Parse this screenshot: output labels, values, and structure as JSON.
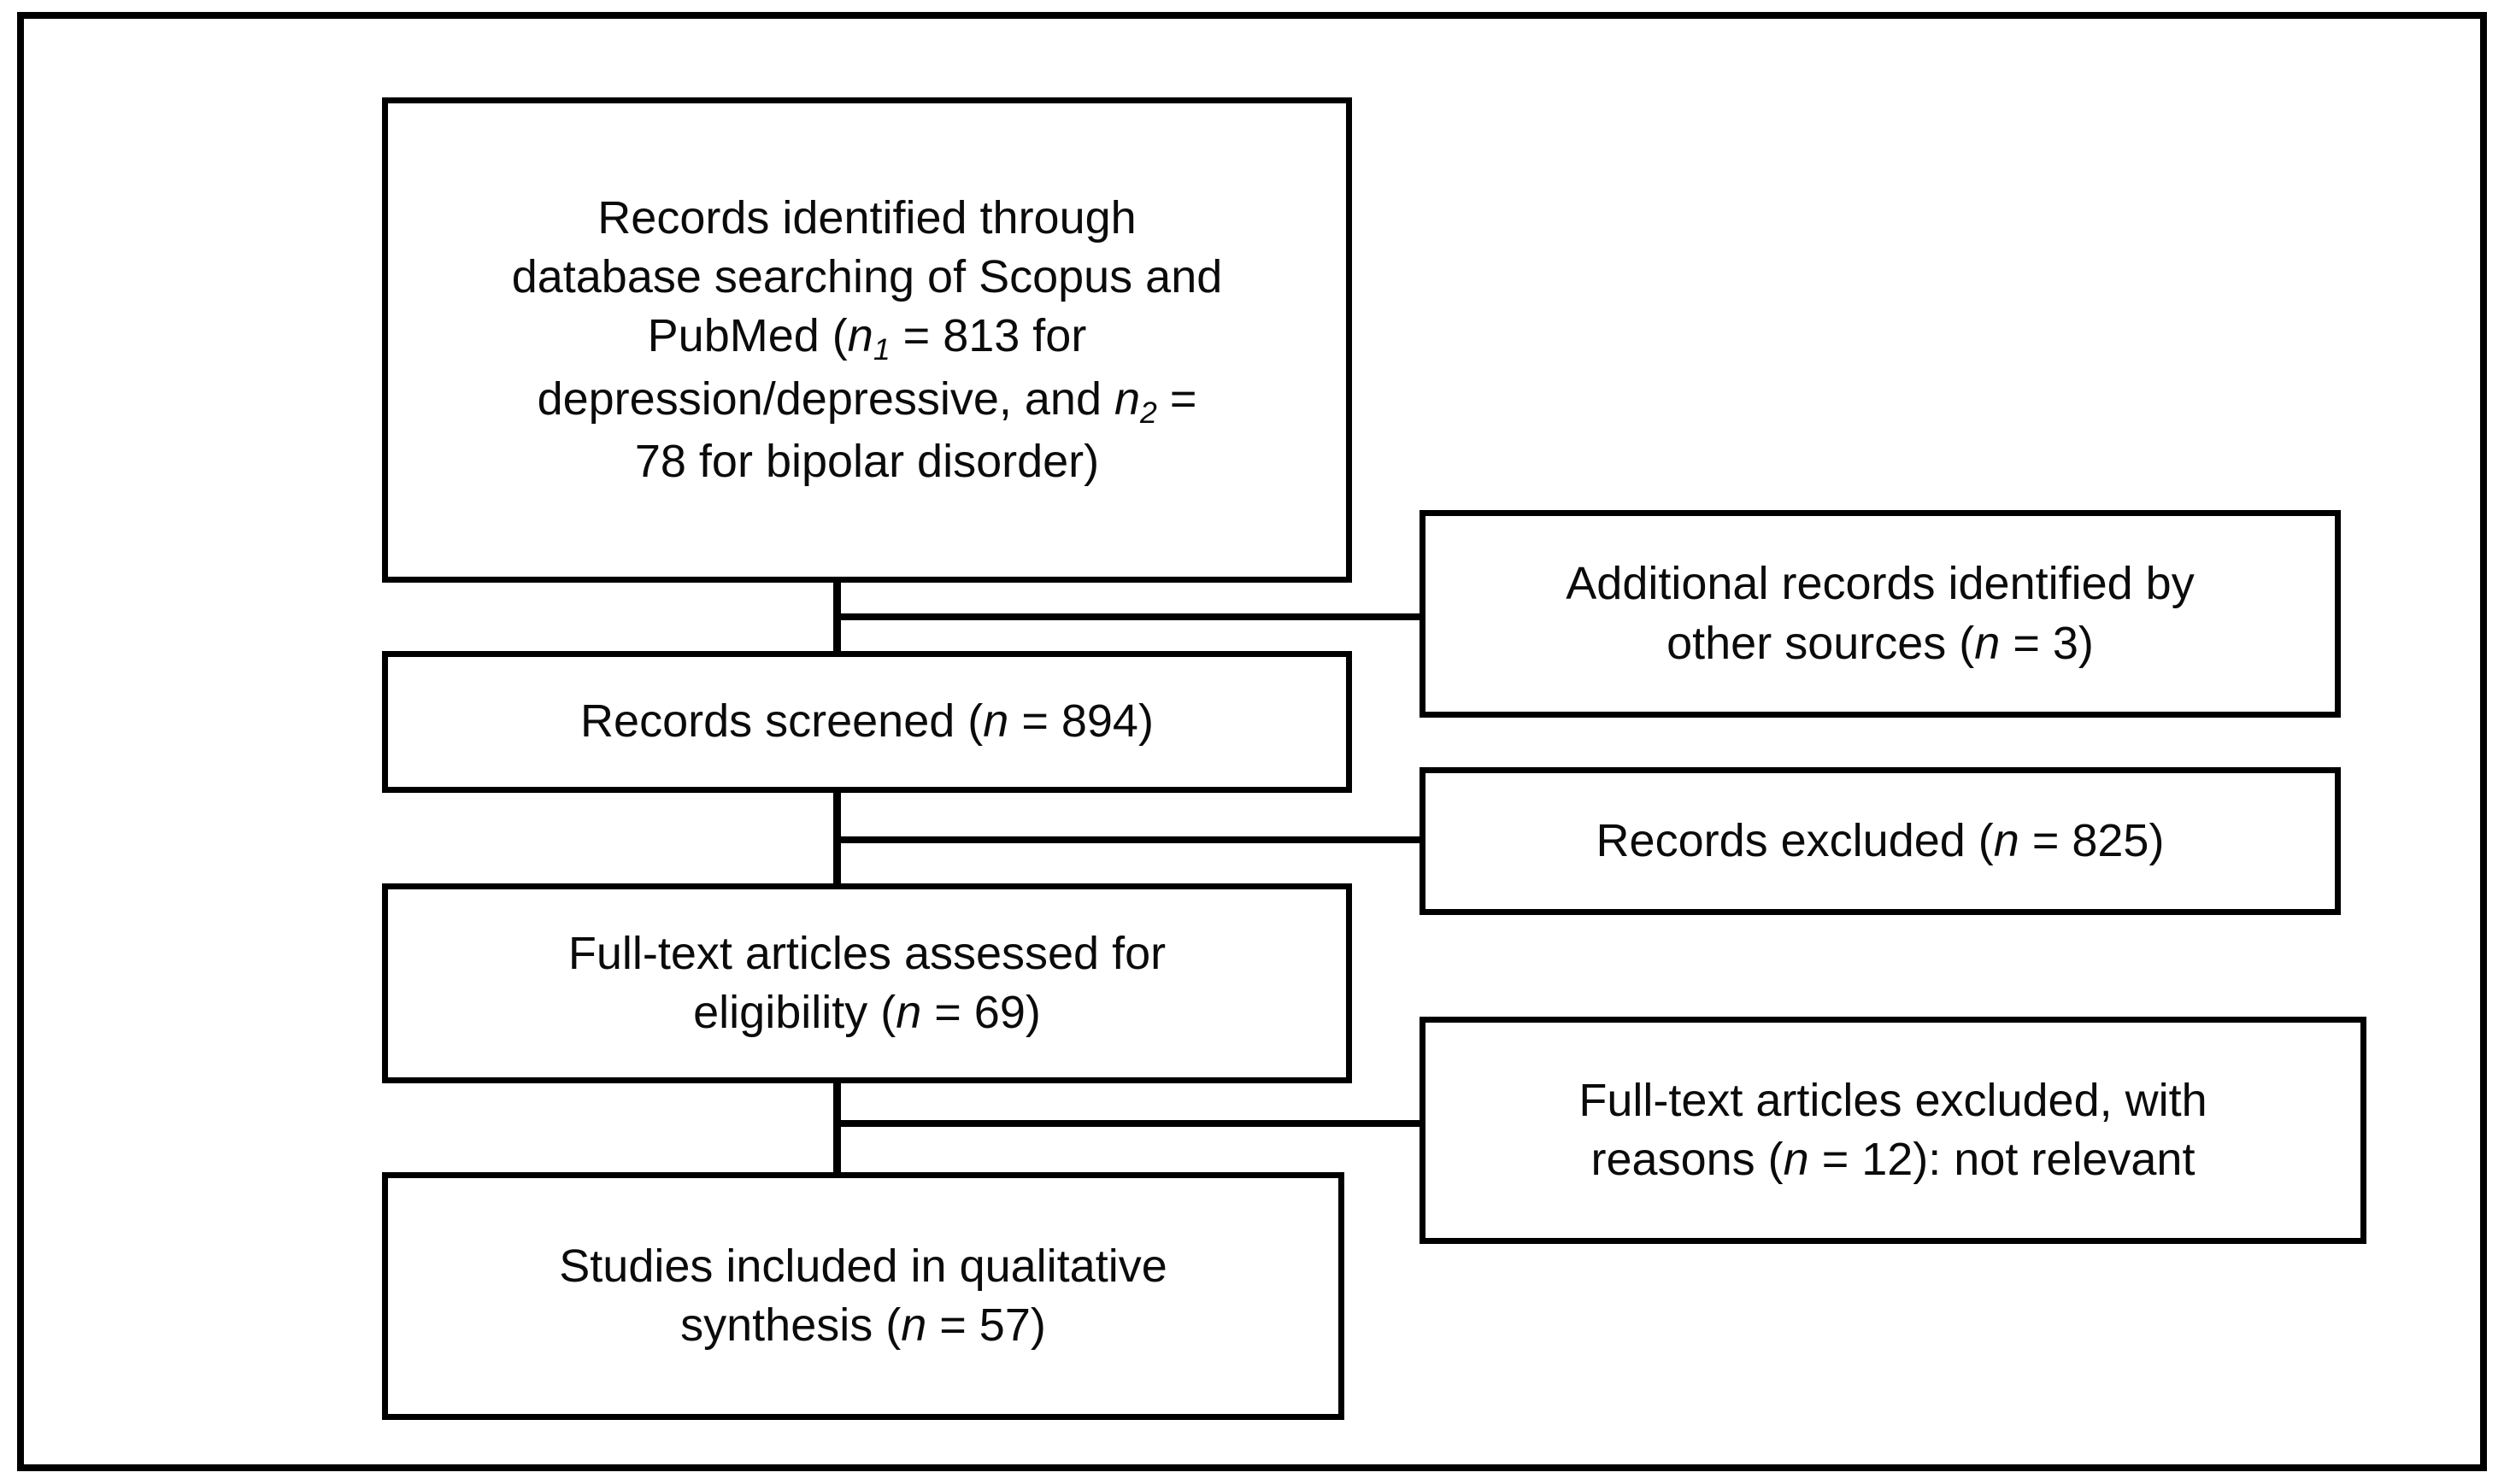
{
  "figure": {
    "type": "prisma-flow-diagram",
    "boxes": {
      "identified": {
        "line1": "Records identified through",
        "line2": "database searching of Scopus and",
        "line3_pre": "PubMed (",
        "line3_n": "n",
        "line3_sub": "1",
        "line3_post": " = 813 for",
        "line4_pre": "depression/depressive, and ",
        "line4_n": "n",
        "line4_sub": "2",
        "line4_post": " =",
        "line5": "78 for bipolar disorder)",
        "count_depression": 813,
        "count_bipolar": 78
      },
      "additional": {
        "line1": "Additional records identified by",
        "line2_pre": "other sources (",
        "line2_n": "n",
        "line2_post": " = 3)",
        "count": 3
      },
      "screened": {
        "line1_pre": "Records screened (",
        "line1_n": "n",
        "line1_post": " = 894)",
        "count": 894
      },
      "excluded": {
        "line1_pre": "Records excluded (",
        "line1_n": "n",
        "line1_post": " = 825)",
        "count": 825
      },
      "assessed": {
        "line1": "Full-text articles assessed for",
        "line2_pre": "eligibility (",
        "line2_n": "n",
        "line2_post": " = 69)",
        "count": 69
      },
      "ft_excluded": {
        "line1": "Full-text articles excluded, with",
        "line2_pre": "reasons (",
        "line2_n": "n",
        "line2_post": " = 12): not relevant",
        "count": 12,
        "reason": "not relevant"
      },
      "included": {
        "line1": "Studies included in qualitative",
        "line2_pre": "synthesis (",
        "line2_n": "n",
        "line2_post": " = 57)",
        "count": 57
      }
    },
    "colors": {
      "line": "#000000",
      "text": "#0b0b0b",
      "background": "#ffffff"
    }
  }
}
